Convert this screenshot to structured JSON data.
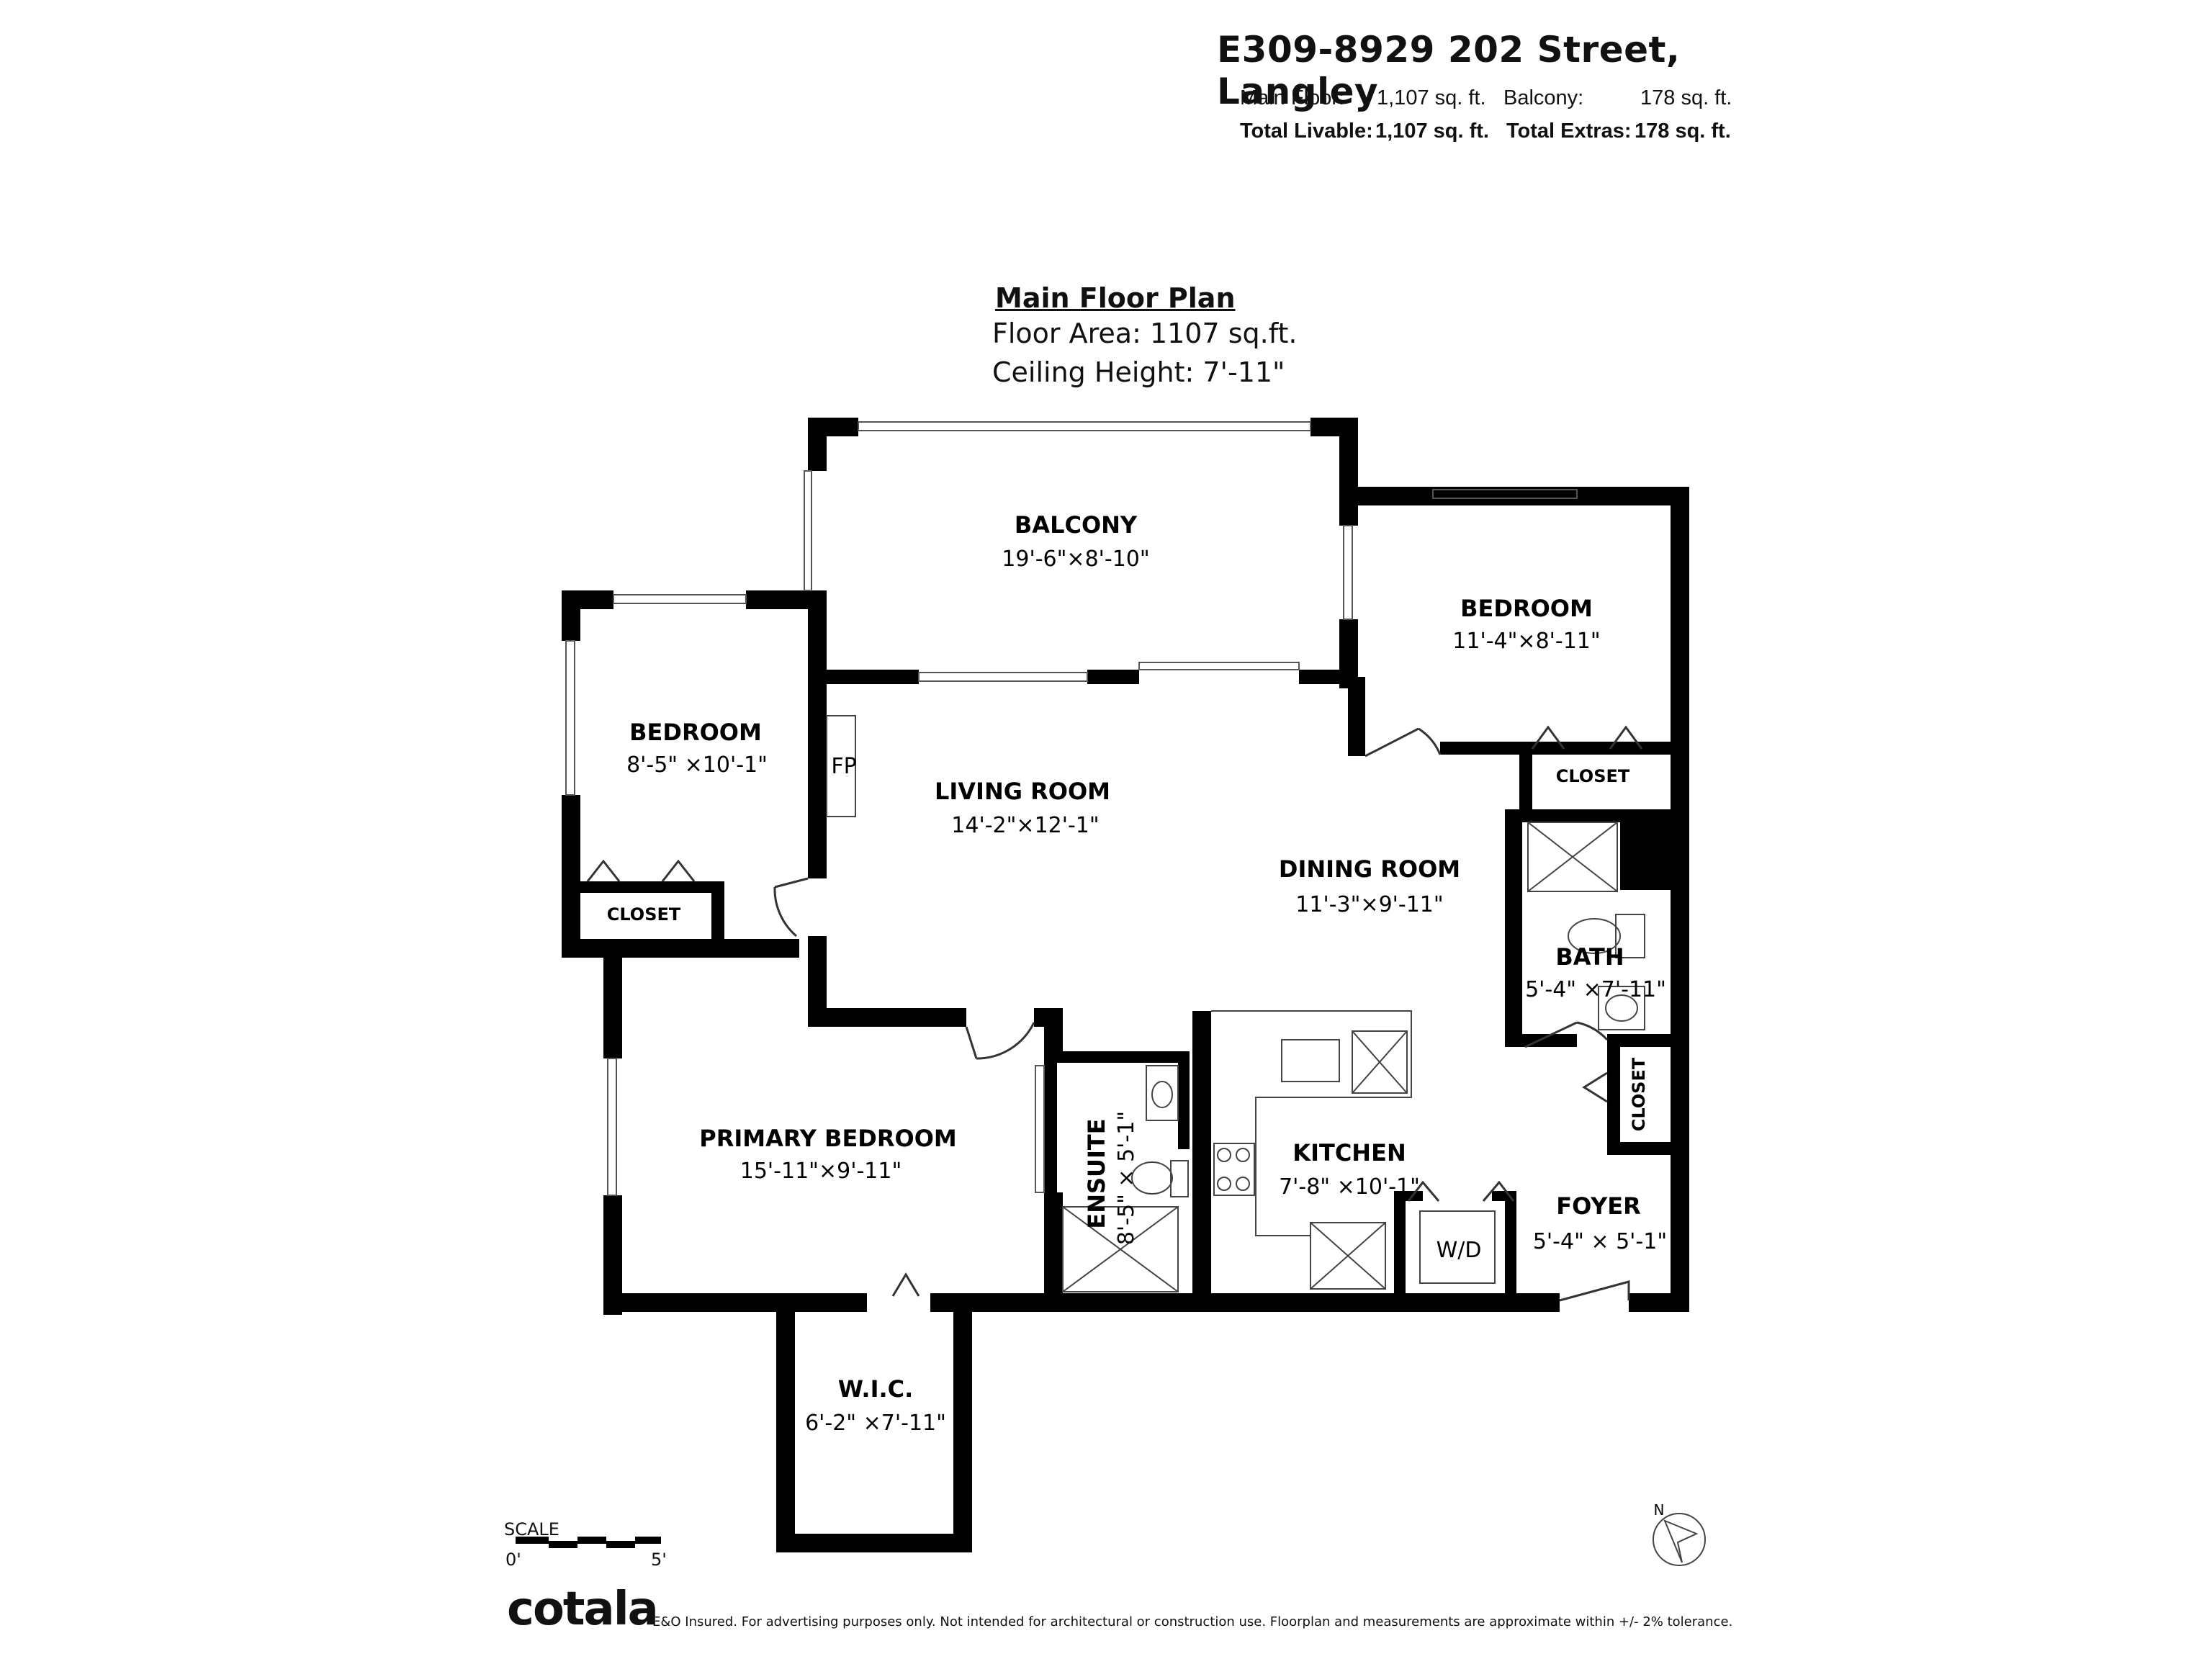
{
  "header": {
    "address": "E309-8929 202 Street, Langley",
    "main_floor_label": "Main Floor:",
    "main_floor_value": "1,107 sq. ft.",
    "balcony_label": "Balcony:",
    "balcony_value": "178 sq. ft.",
    "total_livable_label": "Total Livable:",
    "total_livable_value": "1,107 sq. ft.",
    "total_extras_label": "Total Extras:",
    "total_extras_value": "178 sq. ft."
  },
  "plan": {
    "title": "Main Floor Plan",
    "floor_area": "Floor Area: 1107 sq.ft.",
    "ceiling_height": "Ceiling Height: 7'-11\""
  },
  "rooms": {
    "balcony": {
      "name": "BALCONY",
      "dim": "19'-6\"×8'-10\""
    },
    "bedroom_right": {
      "name": "BEDROOM",
      "dim": "11'-4\"×8'-11\""
    },
    "bedroom_left": {
      "name": "BEDROOM",
      "dim": "8'-5\" ×10'-1\""
    },
    "living": {
      "name": "LIVING ROOM",
      "dim": "14'-2\"×12'-1\""
    },
    "dining": {
      "name": "DINING ROOM",
      "dim": "11'-3\"×9'-11\""
    },
    "bath": {
      "name": "BATH",
      "dim": "5'-4\" ×7'-11\""
    },
    "primary": {
      "name": "PRIMARY BEDROOM",
      "dim": "15'-11\"×9'-11\""
    },
    "ensuite": {
      "name": "ENSUITE",
      "dim": "8'-5\" × 5'-1\""
    },
    "kitchen": {
      "name": "KITCHEN",
      "dim": "7'-8\" ×10'-1\""
    },
    "foyer": {
      "name": "FOYER",
      "dim": "5'-4\" × 5'-1\""
    },
    "wic": {
      "name": "W.I.C.",
      "dim": "6'-2\" ×7'-11\""
    }
  },
  "labels": {
    "closet": "CLOSET",
    "fireplace": "FP",
    "washer_dryer": "W/D",
    "north": "N"
  },
  "scale": {
    "label": "SCALE",
    "start": "0'",
    "end": "5'"
  },
  "footer": {
    "brand": "cotala",
    "disclaimer": "E&O Insured. For advertising purposes only. Not intended for architectural or construction use. Floorplan and measurements are approximate within +/- 2% tolerance."
  }
}
